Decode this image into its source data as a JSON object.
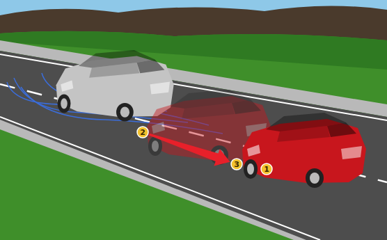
{
  "diagram": {
    "nodes": [
      {
        "text": [
          "2"
        ]
      },
      {
        "text": [
          "3"
        ]
      },
      {
        "text": [
          "1"
        ]
      }
    ],
    "edges": [
      {
        "from": 0,
        "to": 1,
        "arrow": "to"
      }
    ]
  }
}
